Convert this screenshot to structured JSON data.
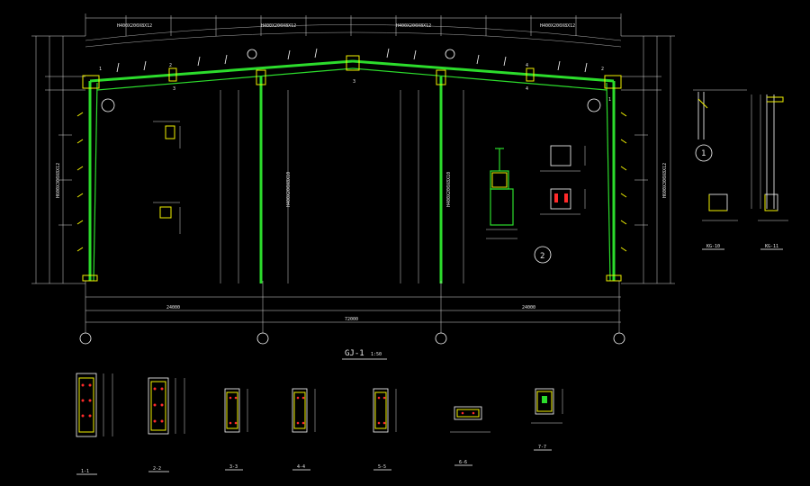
{
  "drawing": {
    "title": "GJ-1",
    "scale": "1:50",
    "detail_ref_1": "1",
    "detail_ref_2": "2",
    "axis_bubbles": [
      "",
      "",
      "",
      ""
    ],
    "sections": [
      "1-1",
      "2-2",
      "3-3",
      "4-4",
      "5-5",
      "6-6",
      "7-7"
    ],
    "side_details": [
      "KG-10",
      "KG-11"
    ],
    "rafter_labels": [
      "H400X200X8X12",
      "H400X200X8X12",
      "H400X200X8X12",
      "H400X200X8X12"
    ],
    "column_labels": [
      "H600X300X8X12",
      "H400X200X8X10",
      "H400X200X8X10",
      "H600X300X8X12"
    ],
    "bay_dims": [
      "24000",
      "24000"
    ],
    "total_dim": "72000",
    "section_marks_top": [
      "1",
      "2",
      "3",
      "3",
      "4",
      "4",
      "2",
      "1"
    ]
  },
  "colors": {
    "background": "#000000",
    "member": "#2cdc2c",
    "plate": "#f2f200",
    "bolt": "#ff2a2a",
    "line": "#d8d8d8"
  }
}
